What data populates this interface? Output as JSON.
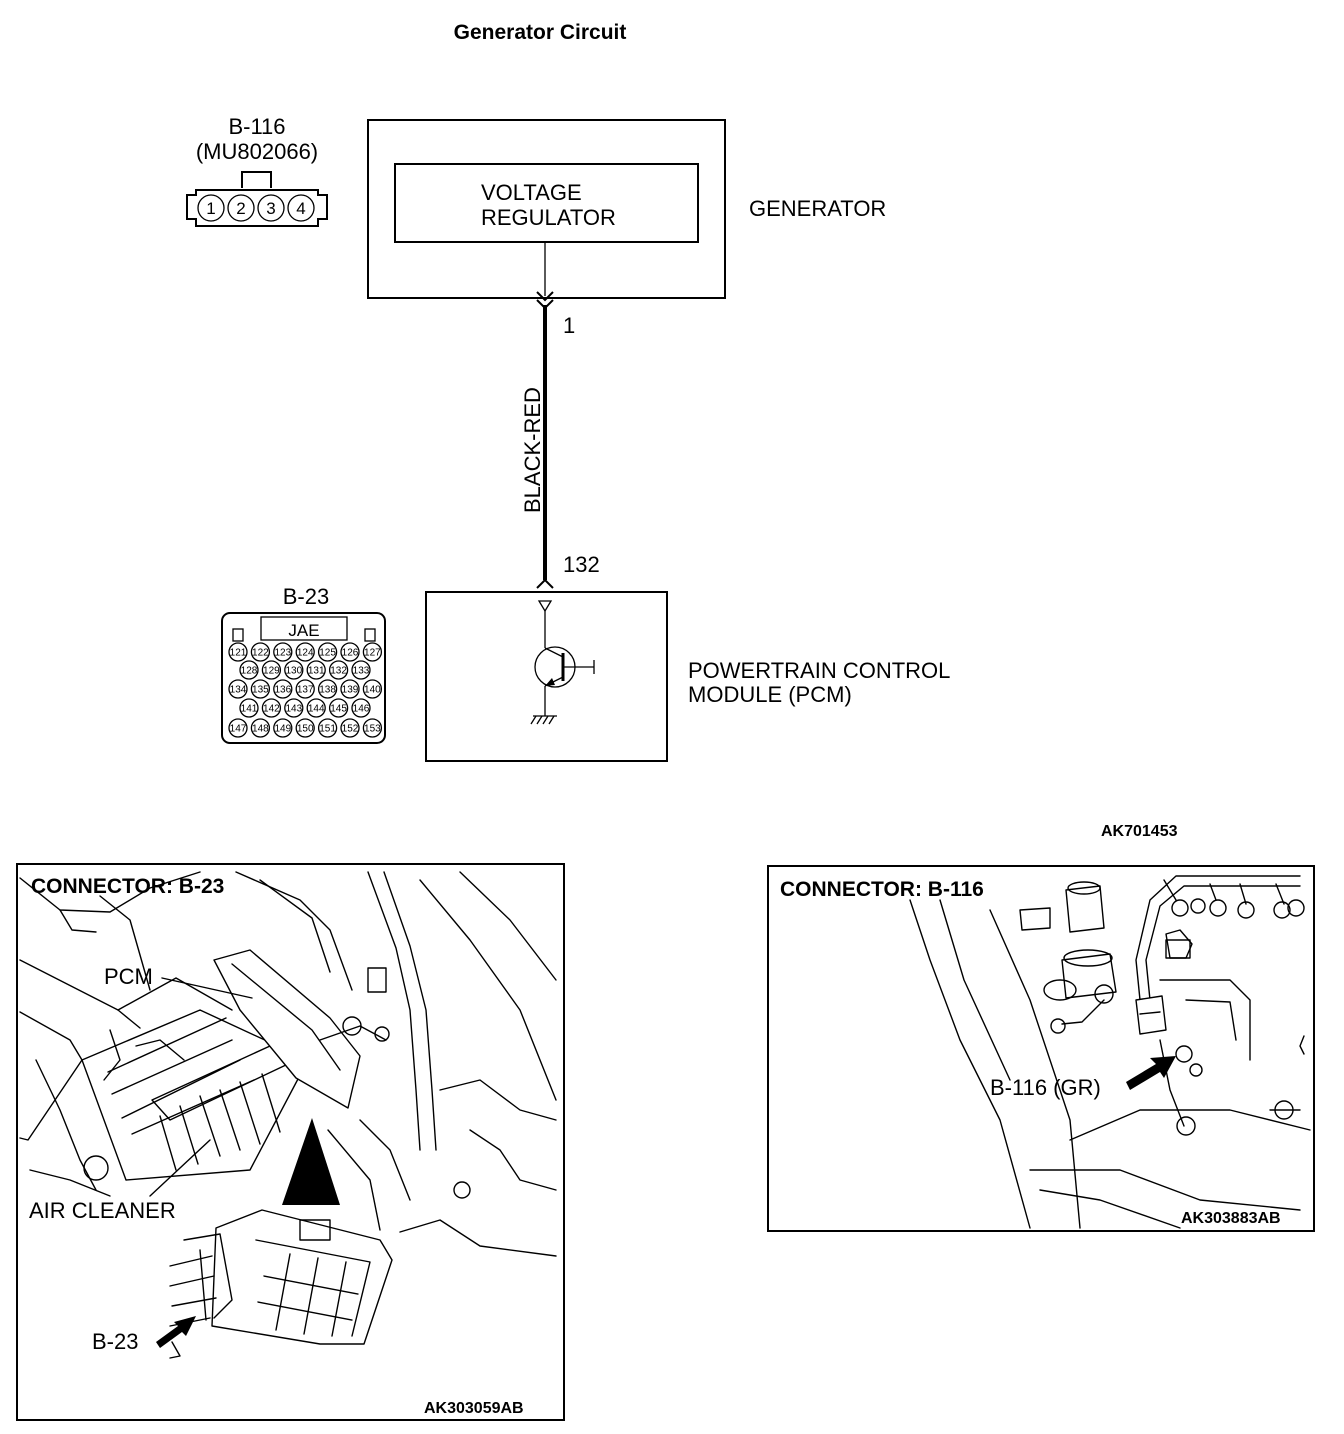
{
  "title": "Generator Circuit",
  "doc_code": "AK701453",
  "connector_b116": {
    "id": "B-116",
    "part_no": "(MU802066)",
    "pins": [
      "1",
      "2",
      "3",
      "4"
    ]
  },
  "connector_b23": {
    "id": "B-23",
    "maker": "JAE",
    "pin_rows": [
      [
        "121",
        "122",
        "123",
        "124",
        "125",
        "126",
        "127"
      ],
      [
        "128",
        "129",
        "130",
        "131",
        "132",
        "133"
      ],
      [
        "134",
        "135",
        "136",
        "137",
        "138",
        "139",
        "140"
      ],
      [
        "141",
        "142",
        "143",
        "144",
        "145",
        "146"
      ],
      [
        "147",
        "148",
        "149",
        "150",
        "151",
        "152",
        "153"
      ]
    ]
  },
  "generator": {
    "label": "GENERATOR",
    "regulator_line1": "VOLTAGE",
    "regulator_line2": "REGULATOR"
  },
  "wire": {
    "color": "BLACK-RED",
    "pin_top": "1",
    "pin_bottom": "132"
  },
  "pcm": {
    "line1": "POWERTRAIN CONTROL",
    "line2": "MODULE (PCM)"
  },
  "panel_left": {
    "title": "CONNECTOR: B-23",
    "label_pcm": "PCM",
    "label_air_cleaner": "AIR CLEANER",
    "label_connector": "B-23",
    "code": "AK303059AB"
  },
  "panel_right": {
    "title": "CONNECTOR: B-116",
    "label_connector": "B-116 (GR)",
    "code": "AK303883AB"
  }
}
